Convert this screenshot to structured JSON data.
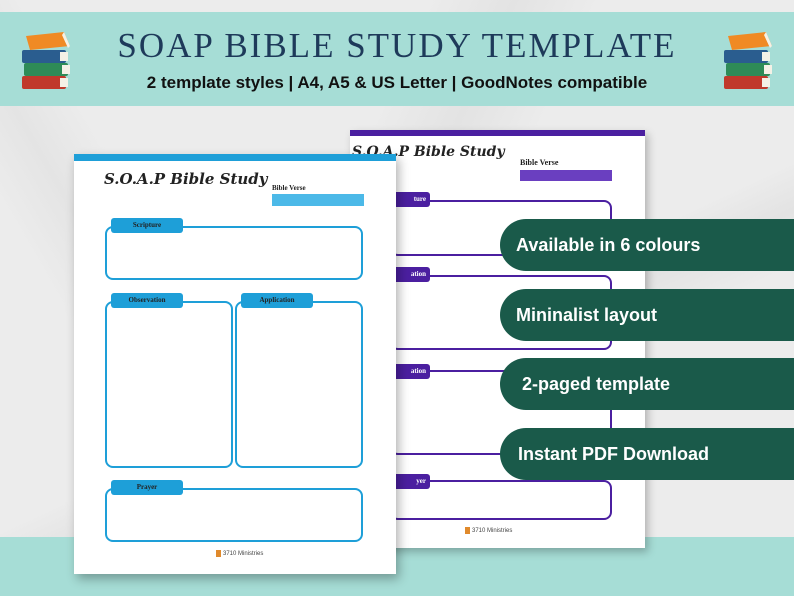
{
  "header": {
    "title": "SOAP BIBLE STUDY TEMPLATE",
    "subtitle": "2 template styles | A4, A5 & US Letter | GoodNotes compatible"
  },
  "colors": {
    "band": "#a6ddd6",
    "title": "#1e3a5a",
    "front_accent": "#1e9fd8",
    "back_accent": "#4b1fa0",
    "pill": "#1a5a4a"
  },
  "icons": {
    "decoration": "books-stack-icon"
  },
  "front_page": {
    "title": "S.O.A.P Bible Study",
    "verse_label": "Bible Verse",
    "sections": [
      "Scripture",
      "Observation",
      "Application",
      "Prayer"
    ],
    "logo_text": "3710 Ministries"
  },
  "back_page": {
    "title": "S.O.A.P Bible Study",
    "verse_label": "Bible Verse",
    "sections": [
      "ture",
      "ation",
      "ation",
      "yer"
    ],
    "logo_text": "3710 Ministries"
  },
  "features": [
    "Available in 6 colours",
    "Mininalist layout",
    "2-paged template",
    "Instant PDF Download"
  ]
}
